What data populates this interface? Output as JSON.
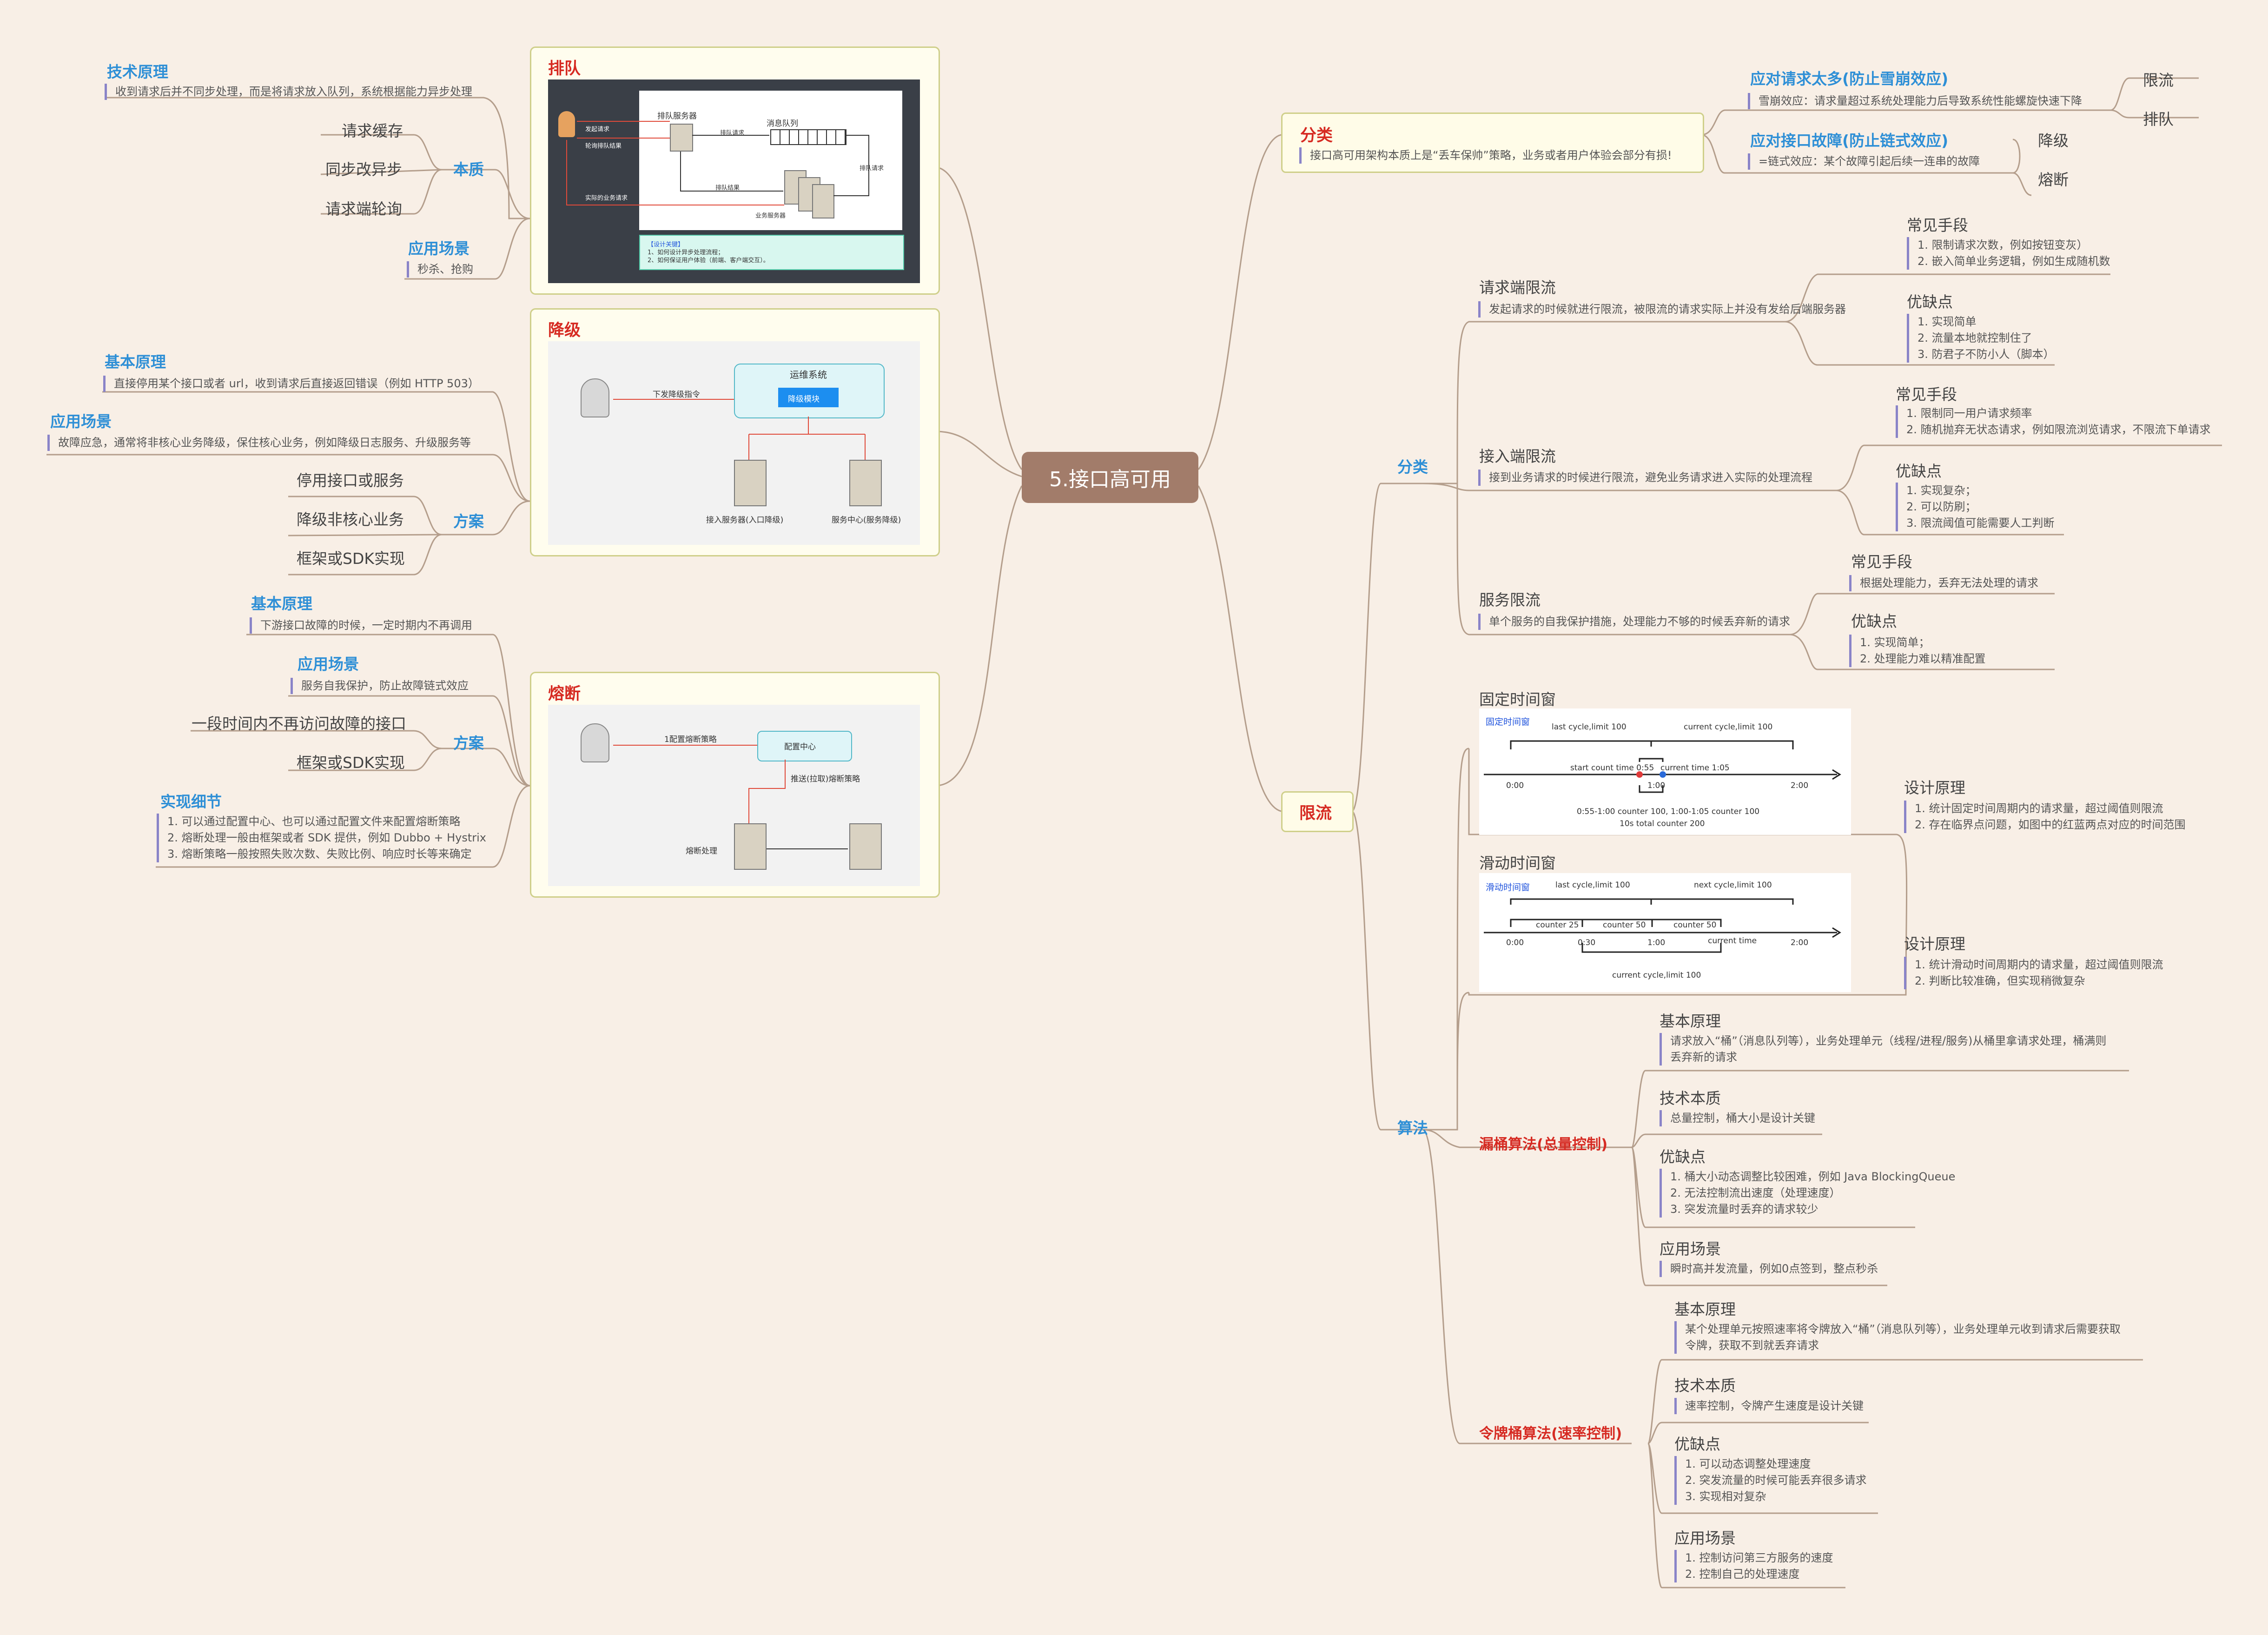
{
  "central": "5.接口高可用",
  "queue": {
    "title": "排队",
    "tech_title": "技术原理",
    "tech_desc": "收到请求后并不同步处理，而是将请求放入队列，系统根据能力异步处理",
    "essence_title": "本质",
    "essence_items": [
      "请求缓存",
      "同步改异步",
      "请求端轮询"
    ],
    "scenario_title": "应用场景",
    "scenario_desc": "秒杀、抢购",
    "diagram": {
      "queue_server": "排队服务器",
      "message_queue": "消息队列",
      "req_initiate": "发起请求",
      "req_return": "轮询排队结果",
      "actual_req": "实际的业务请求",
      "enqueue": "排队请求",
      "queue_result": "排队结果",
      "queue_req2": "排队请求",
      "biz_server": "业务服务器",
      "key_title": "【设计关键】",
      "key_1": "1、如何设计异步处理流程；",
      "key_2": "2、如何保证用户体验（前端、客户端交互）。"
    }
  },
  "degrade": {
    "title": "降级",
    "principle_title": "基本原理",
    "principle_desc": "直接停用某个接口或者 url，收到请求后直接返回错误（例如 HTTP 503）",
    "scenario_title": "应用场景",
    "scenario_desc": "故障应急，通常将非核心业务降级，保住核心业务，例如降级日志服务、升级服务等",
    "plan_title": "方案",
    "plan_items": [
      "停用接口或服务",
      "降级非核心业务",
      "框架或SDK实现"
    ],
    "diagram": {
      "ops": "运维系统",
      "module": "降级模块",
      "cmd": "下发降级指令",
      "access": "接入服务器(入口降级)",
      "center": "服务中心(服务降级)"
    }
  },
  "breaker": {
    "title": "熔断",
    "principle_title": "基本原理",
    "principle_desc": "下游接口故障的时候，一定时期内不再调用",
    "scenario_title": "应用场景",
    "scenario_desc": "服务自我保护，防止故障链式效应",
    "plan_title": "方案",
    "plan_items": [
      "一段时间内不再访问故障的接口",
      "框架或SDK实现"
    ],
    "detail_title": "实现细节",
    "detail_lines": [
      "1. 可以通过配置中心、也可以通过配置文件来配置熔断策略",
      "2. 熔断处理一般由框架或者 SDK 提供，例如 Dubbo + Hystrix",
      "3. 熔断策略一般按照失败次数、失败比例、响应时长等来确定"
    ],
    "diagram": {
      "config_strategy": "1配置熔断策略",
      "config_center": "配置中心",
      "push": "推送(拉取)熔断策略",
      "process": "熔断处理"
    }
  },
  "classify": {
    "title": "分类",
    "desc": "接口高可用架构本质上是“丢车保帅”策略，业务或者用户体验会部分有损!",
    "too_many_title": "应对请求太多(防止雪崩效应)",
    "too_many_desc": "雪崩效应：请求量超过系统处理能力后导致系统性能螺旋快速下降",
    "too_many_items": [
      "限流",
      "排队"
    ],
    "fault_title": "应对接口故障(防止链式效应)",
    "fault_desc": "=链式效应：某个故障引起后续一连串的故障",
    "fault_items": [
      "降级",
      "熔断"
    ]
  },
  "ratelimit": {
    "title": "限流",
    "classify_title": "分类",
    "client": {
      "title": "请求端限流",
      "desc": "发起请求的时候就进行限流，被限流的请求实际上并没有发给后端服务器",
      "means_title": "常见手段",
      "means": [
        "1. 限制请求次数，例如按钮变灰）",
        "2. 嵌入简单业务逻辑，例如生成随机数"
      ],
      "pros_title": "优缺点",
      "pros": [
        "1. 实现简单",
        "2. 流量本地就控制住了",
        "3. 防君子不防小人（脚本）"
      ]
    },
    "access": {
      "title": "接入端限流",
      "desc": "接到业务请求的时候进行限流，避免业务请求进入实际的处理流程",
      "means_title": "常见手段",
      "means": [
        "1. 限制同一用户请求频率",
        "2. 随机抛弃无状态请求，例如限流浏览请求，不限流下单请求"
      ],
      "pros_title": "优缺点",
      "pros": [
        "1. 实现复杂；",
        "2. 可以防刷；",
        "3. 限流阈值可能需要人工判断"
      ]
    },
    "service": {
      "title": "服务限流",
      "desc": "单个服务的自我保护措施，处理能力不够的时候丢弃新的请求",
      "means_title": "常见手段",
      "means": [
        "根据处理能力，丢弃无法处理的请求"
      ],
      "pros_title": "优缺点",
      "pros": [
        "1. 实现简单；",
        "2. 处理能力难以精准配置"
      ]
    },
    "algo_title": "算法",
    "fixed": {
      "title": "固定时间窗",
      "design_title": "设计原理",
      "design": [
        "1. 统计固定时间周期内的请求量，超过阈值则限流",
        "2. 存在临界点问题，如图中的红蓝两点对应的时间范围"
      ],
      "fig": {
        "title": "固定时间窗",
        "last": "last cycle,limit 100",
        "current": "current cycle,limit 100",
        "start": "start count time 0:55",
        "cur_time": "current time 1:05",
        "t0": "0:00",
        "t1": "1:00",
        "t2": "2:00",
        "note1": "0:55-1:00 counter 100, 1:00-1:05 counter 100",
        "note2": "10s total counter 200"
      }
    },
    "sliding": {
      "title": "滑动时间窗",
      "design_title": "设计原理",
      "design": [
        "1. 统计滑动时间周期内的请求量，超过阈值则限流",
        "2. 判断比较准确，但实现稍微复杂"
      ],
      "fig": {
        "title": "滑动时间窗",
        "last": "last cycle,limit 100",
        "next": "next cycle,limit 100",
        "c1": "counter 25",
        "c2": "counter 50",
        "c3": "counter 50",
        "t0": "0:00",
        "t1": "0:30",
        "t2": "1:00",
        "t3": "2:00",
        "ct": "current time",
        "cur": "current cycle,limit 100"
      }
    },
    "leaky": {
      "title": "漏桶算法(总量控制)",
      "principle_title": "基本原理",
      "principle_desc": [
        "请求放入“桶”（消息队列等），业务处理单元（线程/进程/服务)从桶里拿请求处理，桶满则",
        "丢弃新的请求"
      ],
      "essence_title": "技术本质",
      "essence_desc": "总量控制，桶大小是设计关键",
      "pros_title": "优缺点",
      "pros": [
        "1. 桶大小动态调整比较困难，例如 Java BlockingQueue",
        "2. 无法控制流出速度（处理速度）",
        "3. 突发流量时丢弃的请求较少"
      ],
      "scene_title": "应用场景",
      "scene_desc": "瞬时高并发流量，例如0点签到，整点秒杀"
    },
    "token": {
      "title": "令牌桶算法(速率控制)",
      "principle_title": "基本原理",
      "principle_desc": [
        "某个处理单元按照速率将令牌放入“桶”（消息队列等），业务处理单元收到请求后需要获取",
        "令牌，获取不到就丢弃请求"
      ],
      "essence_title": "技术本质",
      "essence_desc": "速率控制，令牌产生速度是设计关键",
      "pros_title": "优缺点",
      "pros": [
        "1. 可以动态调整处理速度",
        "2. 突发流量的时候可能丢弃很多请求",
        "3. 实现相对复杂"
      ],
      "scene_title": "应用场景",
      "scene_desc": [
        "1. 控制访问第三方服务的速度",
        "2. 控制自己的处理速度"
      ]
    }
  },
  "colors": {
    "background": "#f8efe6",
    "central": "#a27c6a",
    "line": "#b49e8c",
    "blue": "#2e8fd6",
    "red": "#d62a22",
    "accent": "#8a84c8"
  }
}
